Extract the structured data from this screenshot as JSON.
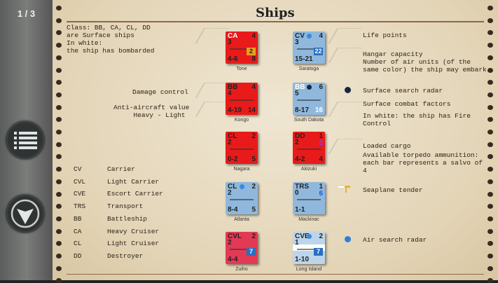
{
  "page_indicator": "1 / 3",
  "title": "Ships",
  "notes": {
    "class_note": "Class: BB, CA, CL, DD\nare Surface ships\nIn white:\nthe ship has bombarded",
    "damage": "Damage control",
    "aa": "Anti-aircraft value\n     Heavy - Light",
    "life": "Life points",
    "hangar": "Hangar capacity\nNumber of air units (of the\nsame color) the ship may embark",
    "ssr": "Surface search radar",
    "combat": "Surface combat factors",
    "fire": "In white: the ship has Fire\nControl",
    "cargo": "Loaded cargo",
    "torpedo": "Available torpedo ammunition:\neach bar represents a salvo of\n4",
    "seaplane": "Seaplane tender",
    "asr": "Air search radar"
  },
  "abbreviations": [
    {
      "code": "CV",
      "name": "Carrier"
    },
    {
      "code": "CVL",
      "name": "Light Carrier"
    },
    {
      "code": "CVE",
      "name": "Escort Carrier"
    },
    {
      "code": "TRS",
      "name": "Transport"
    },
    {
      "code": "BB",
      "name": "Battleship"
    },
    {
      "code": "CA",
      "name": "Heavy Cruiser"
    },
    {
      "code": "CL",
      "name": "Light Cruiser"
    },
    {
      "code": "DD",
      "name": "Destroyer"
    }
  ],
  "counters": [
    {
      "name": "Tone",
      "type": "CA",
      "life": "4",
      "dc": "3",
      "aa": "4-6",
      "combat": "8",
      "box": "2",
      "color": "red"
    },
    {
      "name": "Saratoga",
      "type": "CV",
      "life": "4",
      "dc": "3",
      "aa": "15-21",
      "combat": "",
      "box": "22",
      "color": "blue"
    },
    {
      "name": "Kongo",
      "type": "BB",
      "life": "4",
      "dc": "4",
      "aa": "4-10",
      "combat": "14",
      "box": "",
      "color": "red"
    },
    {
      "name": "South Dakota",
      "type": "BB",
      "life": "6",
      "dc": "5",
      "aa": "8-17",
      "combat": "16",
      "box": "",
      "color": "blue"
    },
    {
      "name": "Nagara",
      "type": "CL",
      "life": "2",
      "dc": "2",
      "aa": "0-2",
      "combat": "5",
      "box": "",
      "color": "red"
    },
    {
      "name": "Akizuki",
      "type": "DD",
      "life": "1",
      "dc": "2",
      "aa": "4-2",
      "combat": "4",
      "box": "",
      "cargo": "2",
      "color": "red"
    },
    {
      "name": "Atlanta",
      "type": "CL",
      "life": "2",
      "dc": "2",
      "aa": "8-4",
      "combat": "5",
      "box": "",
      "color": "blue"
    },
    {
      "name": "Mackinac",
      "type": "TRS",
      "life": "1",
      "dc": "0",
      "aa": "1-1",
      "combat": "",
      "box": "",
      "cargo": "6",
      "color": "blue"
    },
    {
      "name": "Zuiho",
      "type": "CVL",
      "life": "2",
      "dc": "2",
      "aa": "4-4",
      "combat": "",
      "box": "7",
      "color": "pink"
    },
    {
      "name": "Long Island",
      "type": "CVE",
      "life": "2",
      "dc": "1",
      "aa": "1-10",
      "combat": "",
      "box": "7",
      "color": "lblue"
    }
  ],
  "colors": {
    "radar_surface": "#1a2440",
    "radar_air": "#2f7fd6"
  }
}
